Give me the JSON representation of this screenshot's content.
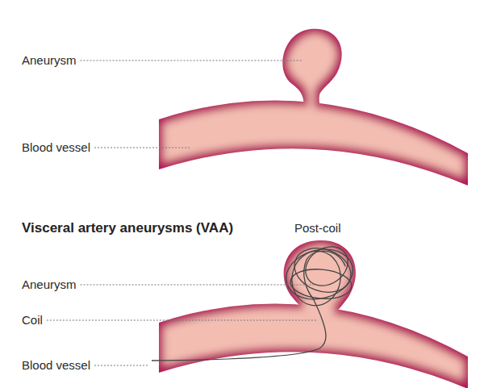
{
  "diagram": {
    "labels": [
      "Aneurysm",
      "Blood vessel",
      "Visceral artery aneurysms (VAA)",
      "Post-coil",
      "Aneurysm",
      "Coil",
      "Blood vessel"
    ]
  }
}
